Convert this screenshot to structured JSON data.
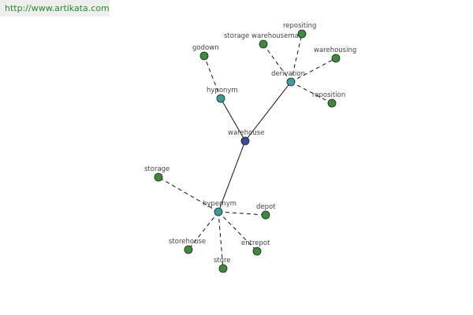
{
  "header": {
    "source_url": "http://www.artikata.com"
  },
  "colors": {
    "center": "#3a4a9a",
    "relation": "#3f9a9a",
    "word": "#3d8a3d"
  },
  "nodes": {
    "warehouse": "warehouse",
    "hyponym": "hyponym",
    "derivation": "derivation",
    "hypernym": "hypernym",
    "godown": "godown",
    "storage_warehouseman": "storage warehouseman",
    "repositing": "repositing",
    "warehousing": "warehousing",
    "reposition": "reposition",
    "storage": "storage",
    "depot": "depot",
    "entrepot": "entrepot",
    "store": "store",
    "storehouse": "storehouse"
  }
}
